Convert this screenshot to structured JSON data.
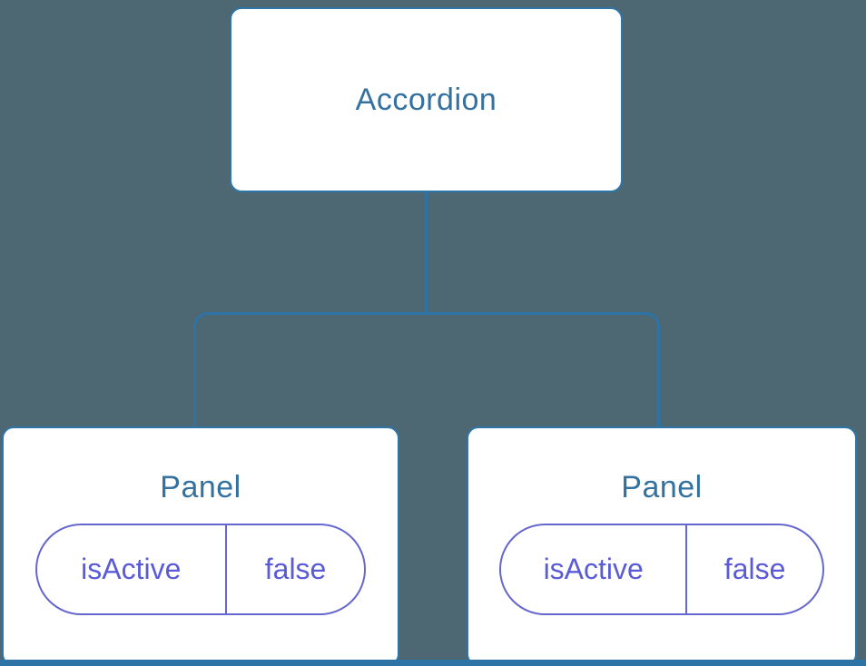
{
  "diagram": {
    "type": "component-tree",
    "background_color": "#4d6773",
    "connector_color": "#2d73a6",
    "node_style": {
      "background": "#ffffff",
      "border_color": "#2f76a8",
      "label_color": "#35719f"
    },
    "state_pill_style": {
      "border_color": "#6567cf",
      "text_color": "#5a5bd7"
    },
    "root": {
      "label": "Accordion"
    },
    "children": [
      {
        "label": "Panel",
        "state": {
          "key": "isActive",
          "value": "false"
        }
      },
      {
        "label": "Panel",
        "state": {
          "key": "isActive",
          "value": "false"
        }
      }
    ]
  }
}
